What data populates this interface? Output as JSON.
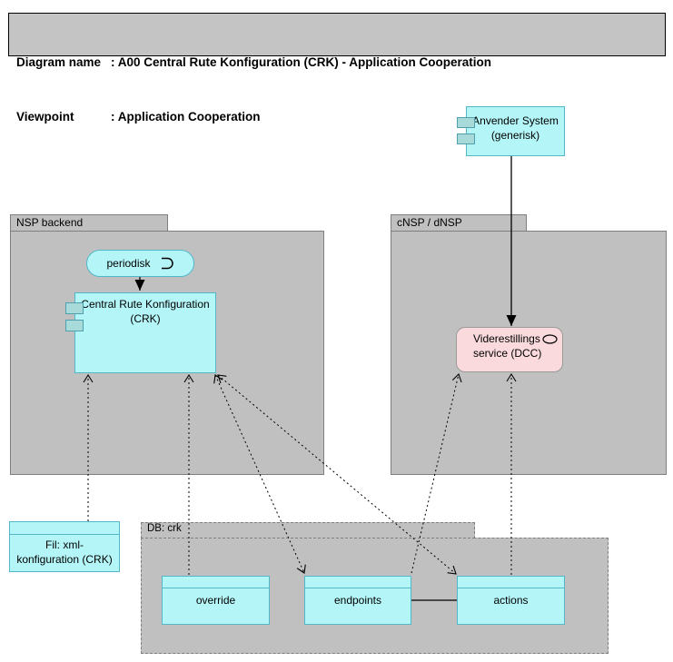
{
  "header": {
    "rows": [
      {
        "label": "Diagram name",
        "value": ": A00 Central Rute Konfiguration (CRK) - Application Cooperation"
      },
      {
        "label": "Viewpoint",
        "value": ": Application Cooperation"
      }
    ]
  },
  "packages": {
    "nsp_backend": "NSP backend",
    "cnsp_dnsp": "cNSP / dNSP",
    "db_crk": "DB: crk"
  },
  "nodes": {
    "anvender_system": {
      "line1": "Anvender System",
      "line2": "(generisk)"
    },
    "periodisk": "periodisk",
    "crk": {
      "line1": "Central Rute Konfiguration",
      "line2": "(CRK)"
    },
    "dcc": {
      "line1": "Viderestillings",
      "line2": "service (DCC)"
    },
    "fil": {
      "line1": "Fil: xml-",
      "line2": "konfiguration (CRK)"
    },
    "db_tables": {
      "override": "override",
      "endpoints": "endpoints",
      "actions": "actions"
    }
  },
  "icons": {
    "component_ports": "component-port-rectangles",
    "application_event": "open-right-arc",
    "application_service": "ellipse-outline"
  },
  "colors": {
    "title_fill": "#c4c4c4",
    "package_fill": "#c0c0c0",
    "package_border": "#7f7f7f",
    "node_cyan_fill": "#b4f6f8",
    "node_cyan_border": "#53b7c7",
    "component_tab_fill": "#a9dada",
    "component_tab_border": "#4f9faf",
    "service_pink_fill": "#fadadd",
    "service_pink_border": "#9a9a9a",
    "connector": "#000000"
  }
}
